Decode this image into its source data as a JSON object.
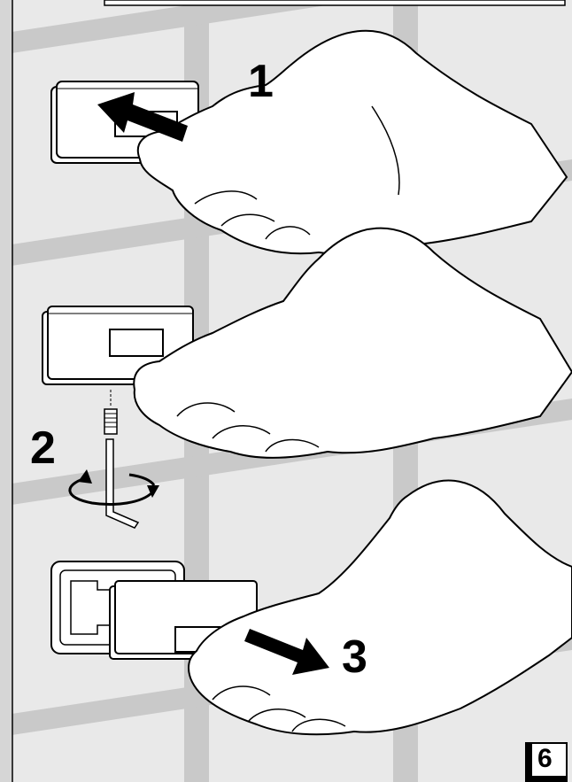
{
  "steps": [
    {
      "number": "1"
    },
    {
      "number": "2"
    },
    {
      "number": "3"
    }
  ],
  "page_number": "6",
  "colors": {
    "wall_tile": "#e9e9e9",
    "grout": "#c9c9c9",
    "outline": "#000000",
    "fill": "#ffffff"
  },
  "icons": [
    "hand-icon",
    "arrow-icon",
    "rotation-arrow-icon",
    "hex-key-icon",
    "set-screw-icon",
    "mounting-bracket-icon"
  ]
}
